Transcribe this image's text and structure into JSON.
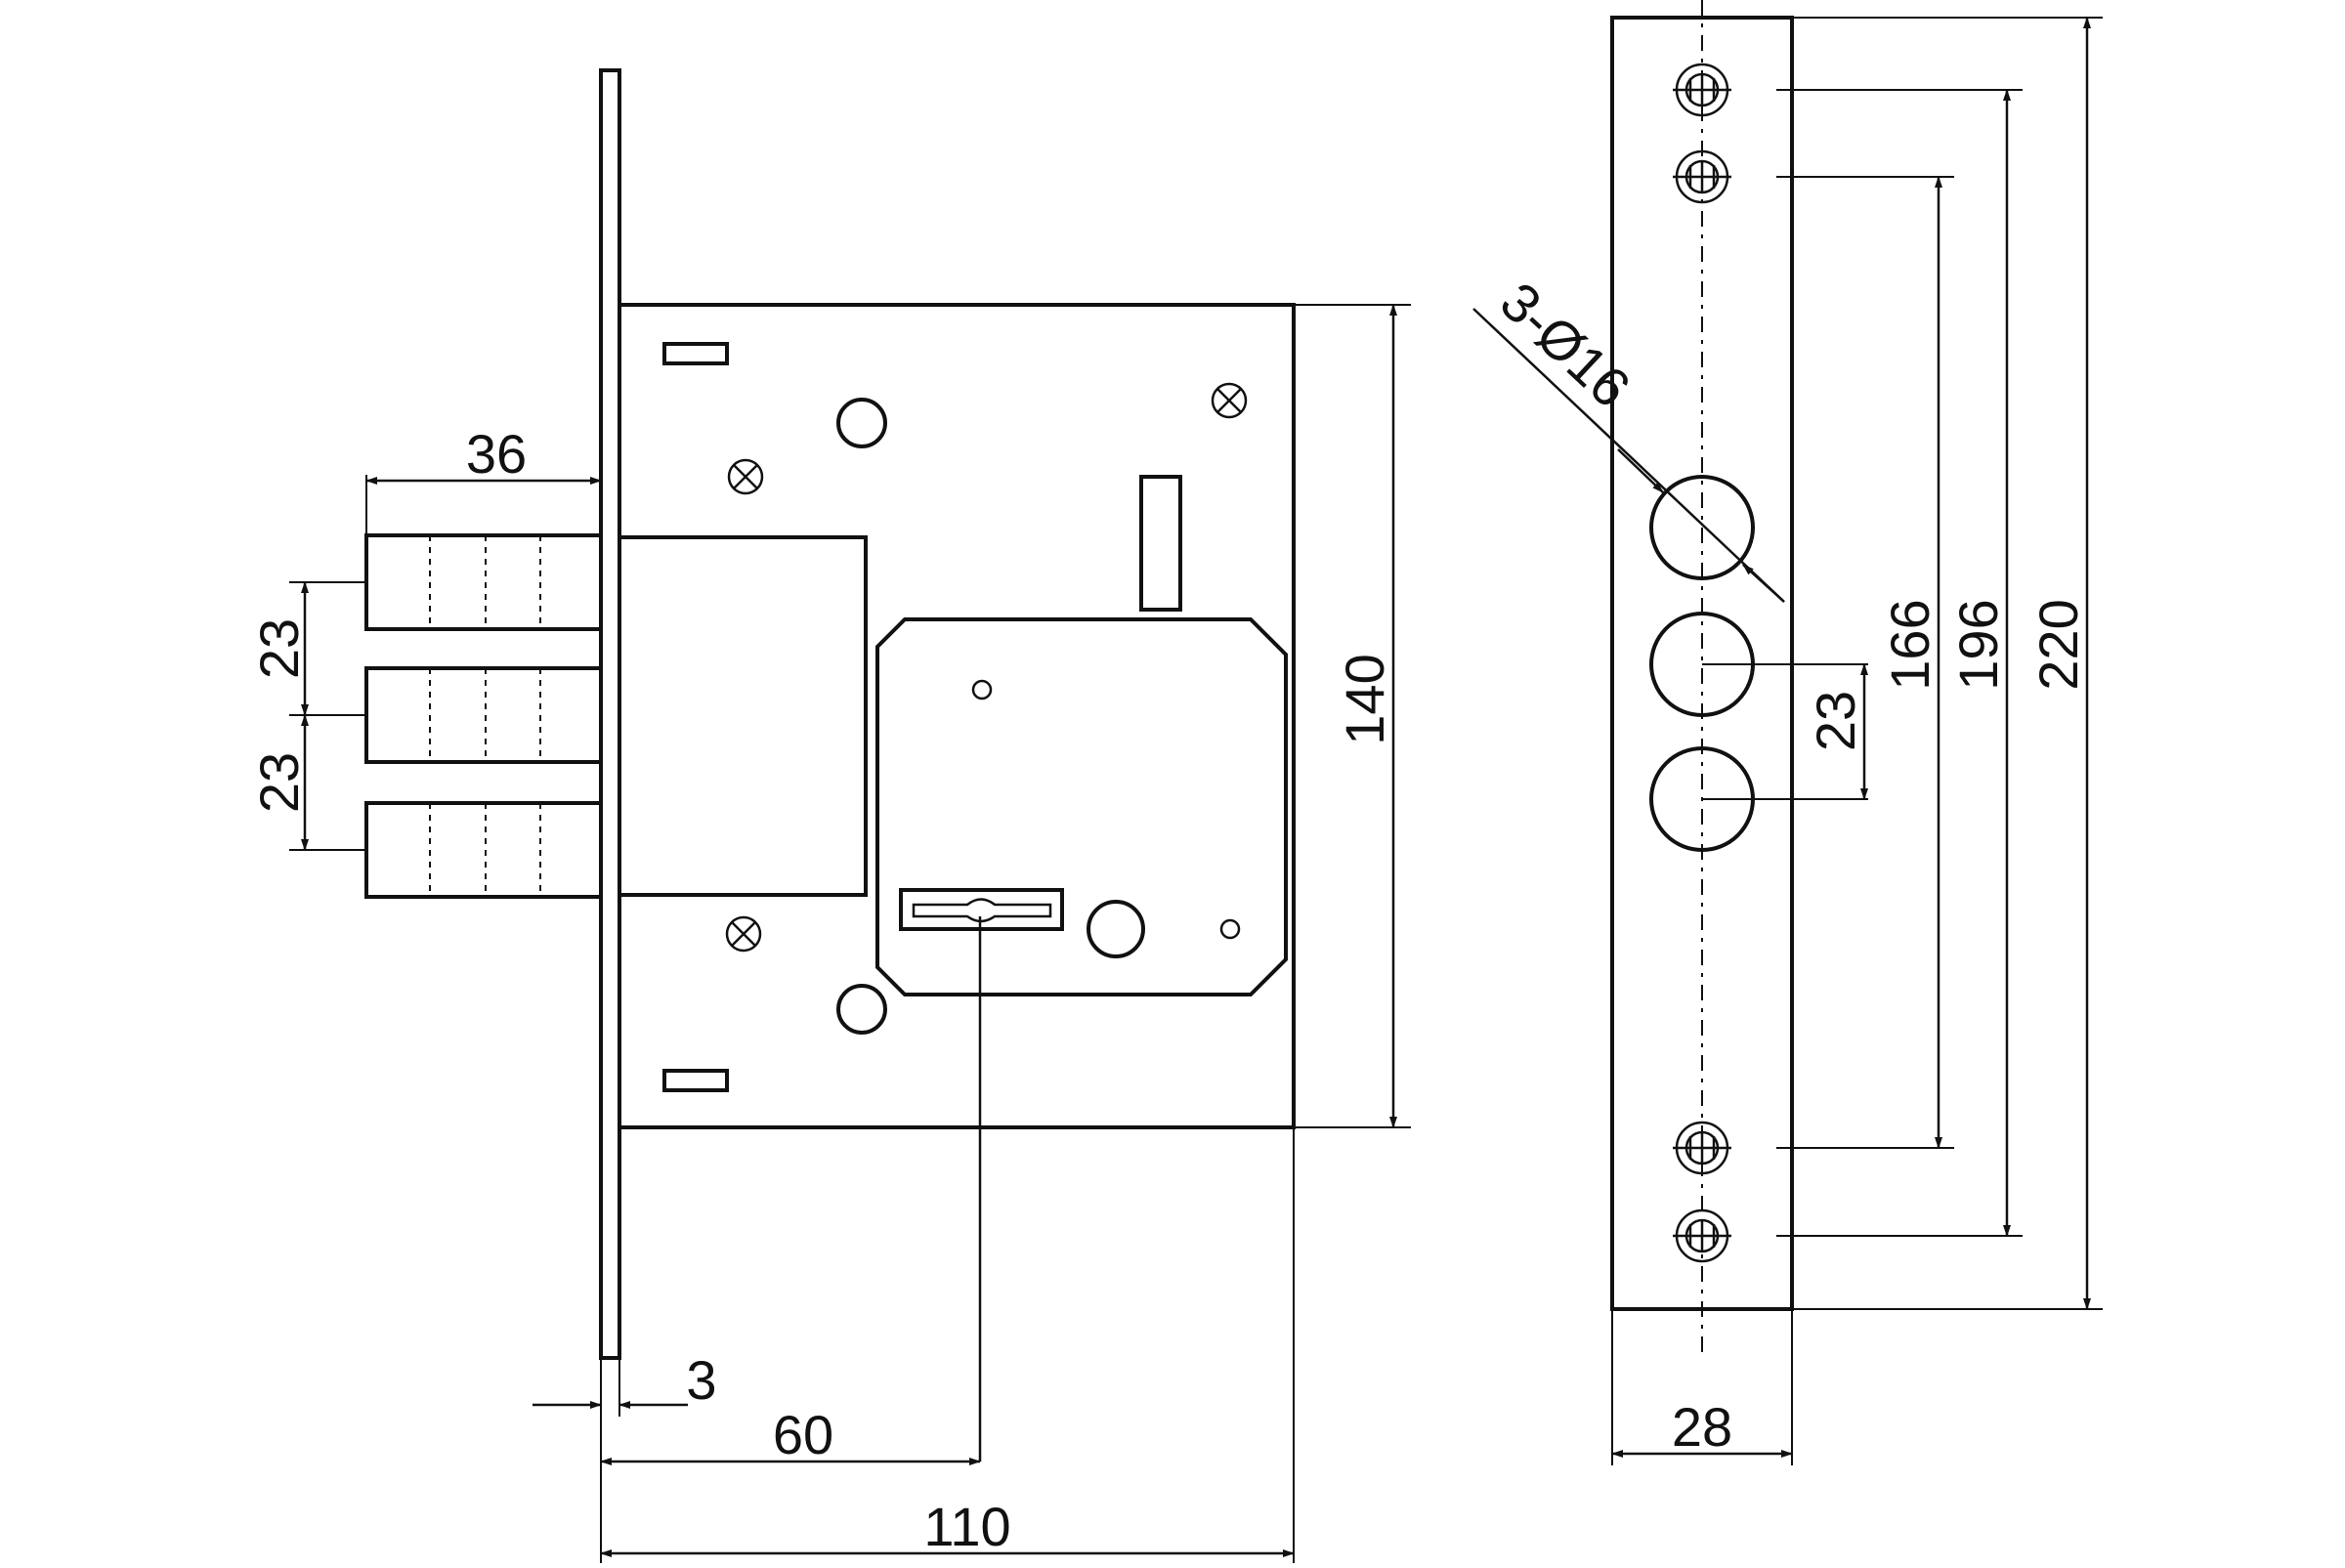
{
  "colors": {
    "ink": "#111111",
    "paper": "#ffffff"
  },
  "dimensions": {
    "bolt_length": "36",
    "bolt_pitch_upper": "23",
    "bolt_pitch_lower": "23",
    "faceplate_thickness": "3",
    "backset": "60",
    "case_depth": "110",
    "case_height": "140",
    "hole_note": "3-Ø16",
    "hole_pitch": "23",
    "screw_span_inner": "166",
    "screw_span_outer": "196",
    "faceplate_length": "220",
    "faceplate_width": "28"
  }
}
